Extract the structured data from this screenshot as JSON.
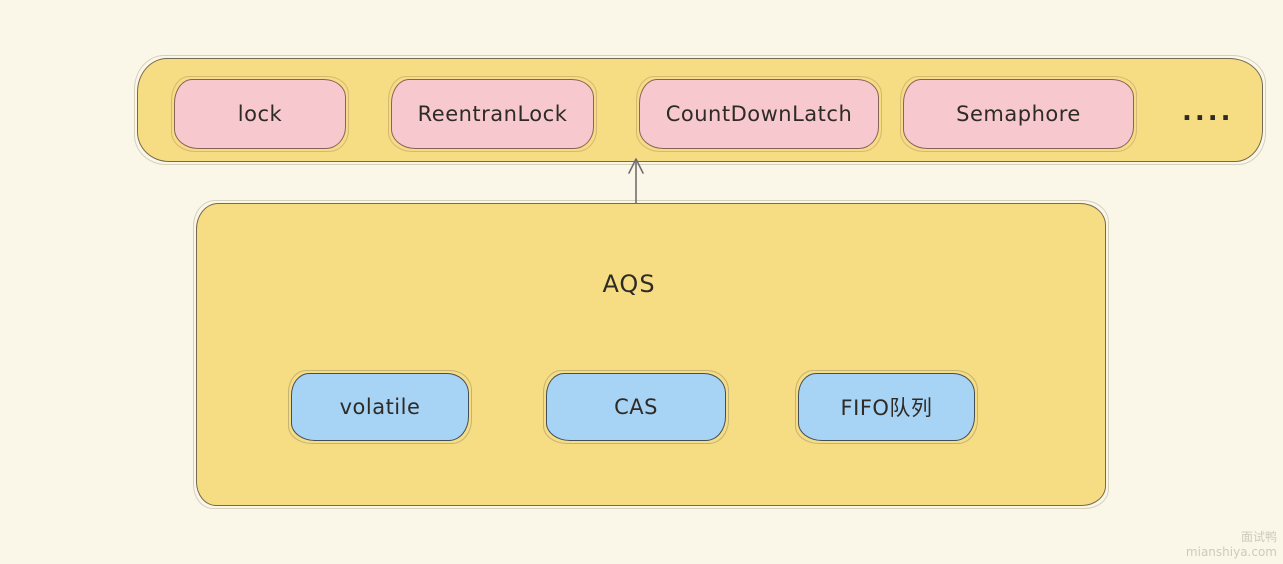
{
  "diagram": {
    "top_container": {
      "items": [
        {
          "label": "lock"
        },
        {
          "label": "ReentranLock"
        },
        {
          "label": "CountDownLatch"
        },
        {
          "label": "Semaphore"
        }
      ],
      "more_label": "...."
    },
    "arrow": {
      "direction": "up"
    },
    "aqs_container": {
      "title": "AQS",
      "items": [
        {
          "label": "volatile"
        },
        {
          "label": "CAS"
        },
        {
          "label": "FIFO队列"
        }
      ]
    }
  },
  "watermark": {
    "line1": "面试鸭",
    "line2": "mianshiya.com"
  },
  "colors": {
    "background": "#FBF7E8",
    "container_fill": "#F6DC82",
    "container_border": "#756A50",
    "pink_fill": "#F7C9CE",
    "pink_border": "#8A6358",
    "blue_fill": "#A7D3F4",
    "blue_border": "#424F59",
    "text": "#2E2B26",
    "arrow": "#6F6F6F",
    "watermark": "#CDC9BC"
  }
}
